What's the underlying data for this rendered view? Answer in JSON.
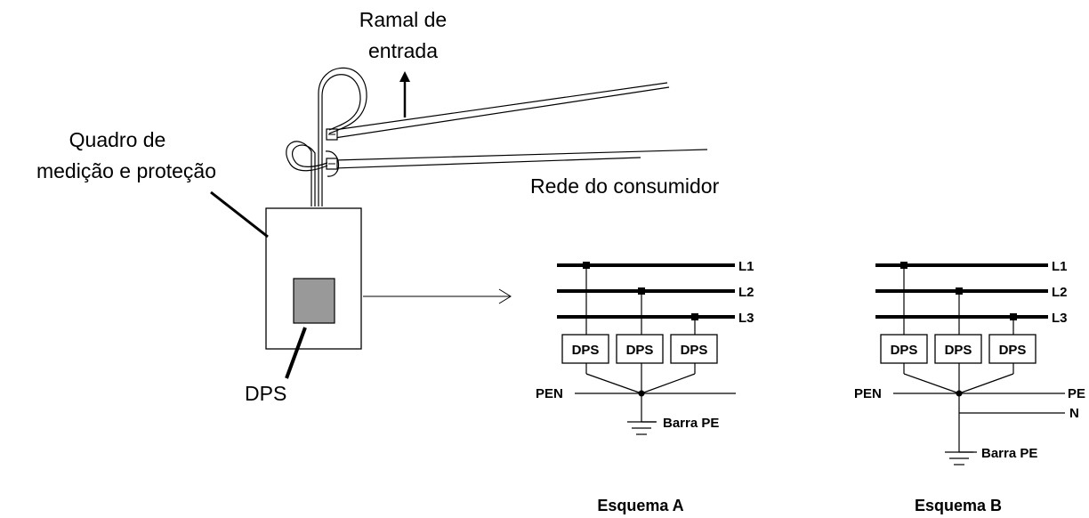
{
  "labels": {
    "ramal_line1": "Ramal de",
    "ramal_line2": "entrada",
    "quadro_line1": "Quadro de",
    "quadro_line2": "medição e proteção",
    "rede": "Rede do consumidor",
    "dps": "DPS"
  },
  "esquema_a": {
    "caption": "Esquema A",
    "phases": [
      "L1",
      "L2",
      "L3"
    ],
    "dps_labels": [
      "DPS",
      "DPS",
      "DPS"
    ],
    "pen": "PEN",
    "barra": "Barra PE"
  },
  "esquema_b": {
    "caption": "Esquema B",
    "phases": [
      "L1",
      "L2",
      "L3"
    ],
    "dps_labels": [
      "DPS",
      "DPS",
      "DPS"
    ],
    "pen": "PEN",
    "pe": "PE",
    "n": "N",
    "barra": "Barra PE"
  },
  "colors": {
    "line": "#000000",
    "dps_fill": "#999999",
    "background": "#ffffff"
  }
}
